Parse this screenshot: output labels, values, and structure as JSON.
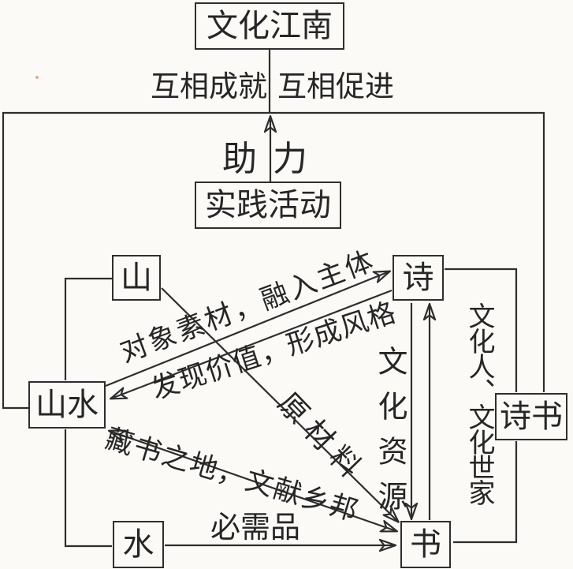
{
  "diagram": {
    "title_node": "文化江南",
    "nodes": {
      "wenhuajiangnan": {
        "label": "文化江南"
      },
      "shijianhuodong": {
        "label": "实践活动"
      },
      "shan": {
        "label": "山"
      },
      "shi": {
        "label": "诗"
      },
      "shanshui": {
        "label": "山水"
      },
      "shishu": {
        "label": "诗书"
      },
      "shui": {
        "label": "水"
      },
      "shu": {
        "label": "书"
      }
    },
    "edge_labels": {
      "mutual_left": "互相成就",
      "mutual_right": "互相促进",
      "boost": "助力",
      "material_subject": "对象素材，融入主体",
      "value_style": "发现价值，形成风格",
      "book_place": "藏书之地，文献乡邦",
      "raw_material": "原材料",
      "necessity": "必需品",
      "culture_resource": "文化资源",
      "culture_people": "文化人、文化世家"
    },
    "colors": {
      "ink": "#2e2e2e",
      "paper": "#fbfaf7"
    }
  }
}
